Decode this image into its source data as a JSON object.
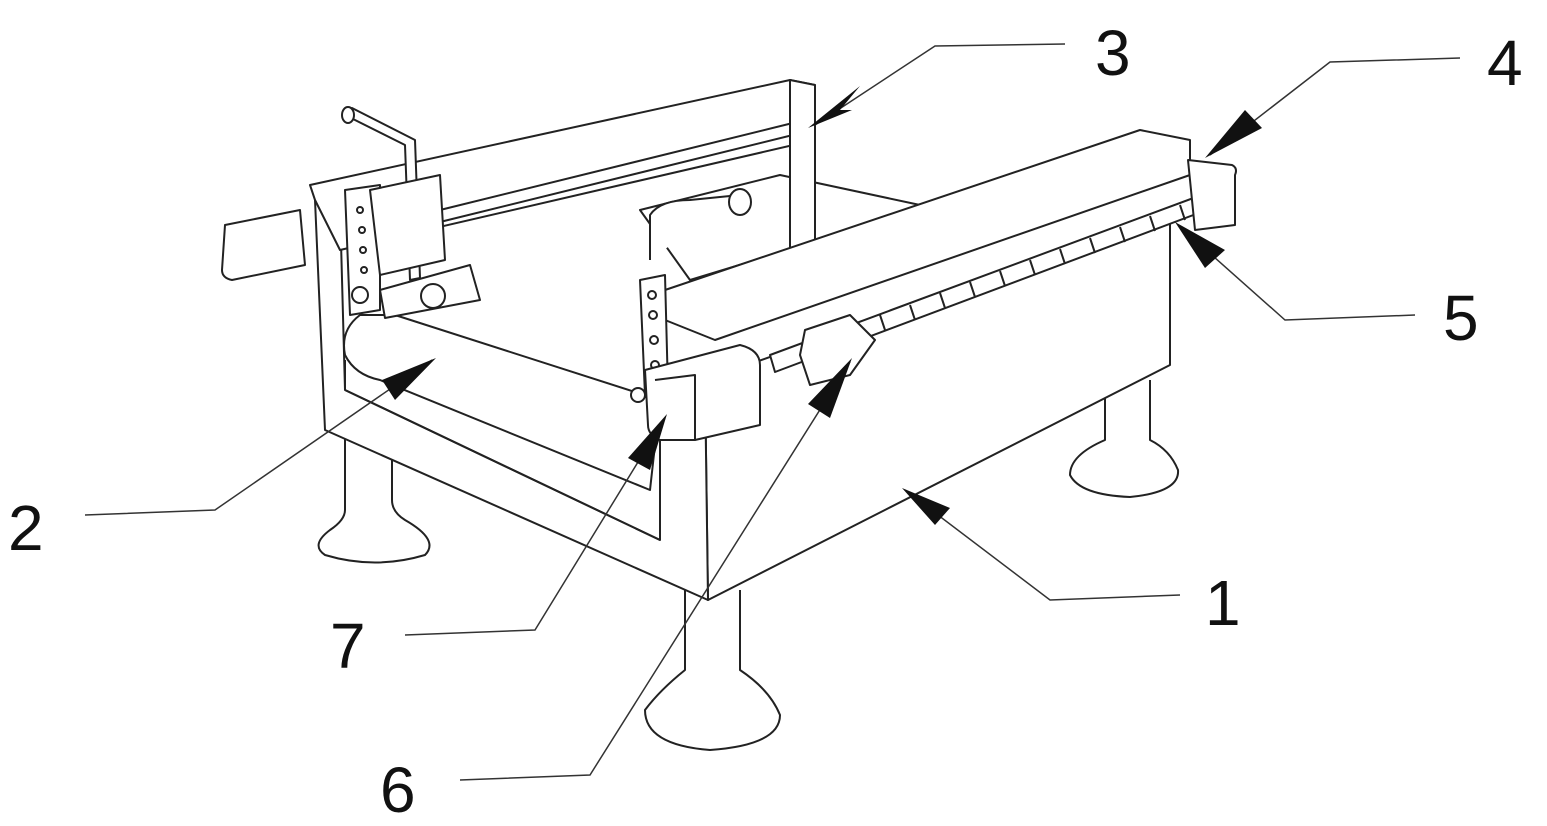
{
  "figure": {
    "labels": [
      {
        "id": "1",
        "text": "1"
      },
      {
        "id": "2",
        "text": "2"
      },
      {
        "id": "3",
        "text": "3"
      },
      {
        "id": "4",
        "text": "4"
      },
      {
        "id": "5",
        "text": "5"
      },
      {
        "id": "6",
        "text": "6"
      },
      {
        "id": "7",
        "text": "7"
      }
    ],
    "colors": {
      "line": "#222222",
      "background": "#ffffff"
    }
  }
}
